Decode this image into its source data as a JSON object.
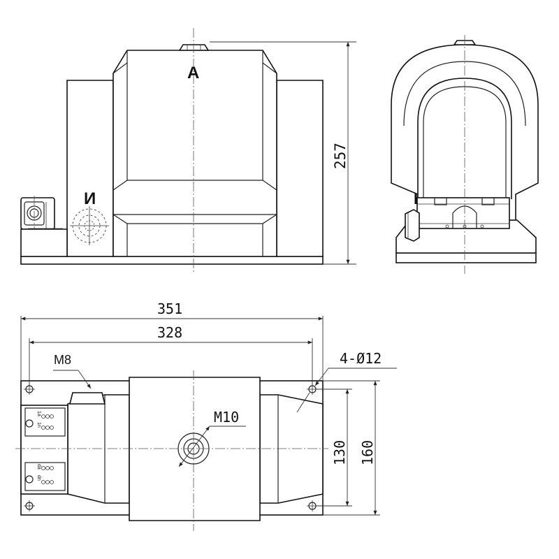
{
  "labels": {
    "terminal_a": "A",
    "terminal_n": "И",
    "side_marker": "I",
    "thread_m8": "M8",
    "thread_m10": "M10",
    "holes": "4-Ø12"
  },
  "dimensions": {
    "height": "257",
    "overall_length": "351",
    "hole_spacing_length": "328",
    "hole_spacing_width": "130",
    "overall_width": "160"
  },
  "terminal_box": {
    "top_a": "1a",
    "top_b": "1n",
    "bottom_a": "da",
    "bottom_b": "dn"
  }
}
